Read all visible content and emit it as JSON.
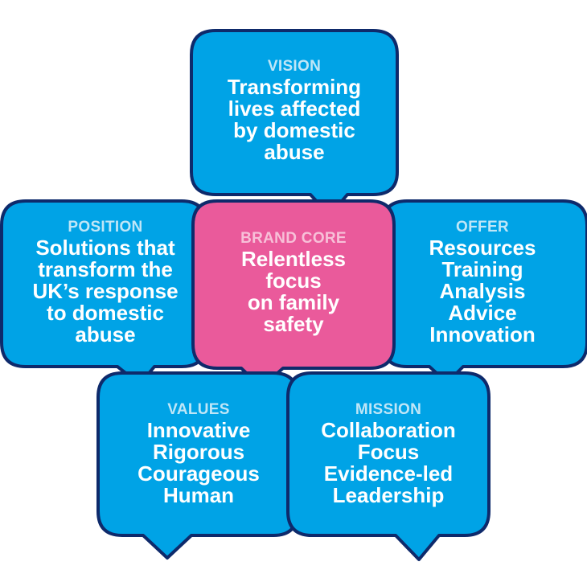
{
  "colors": {
    "blue_fill": "#00a3e6",
    "pink_fill": "#ea5a9b",
    "outline": "#0e2a6b",
    "blue_label": "#bfe6f7",
    "pink_label": "#f7c0d8",
    "body_text": "#ffffff"
  },
  "boxes": {
    "vision": {
      "label": "VISION",
      "text": "Transforming\nlives affected\nby domestic\nabuse"
    },
    "position": {
      "label": "POSITION",
      "text": "Solutions that\ntransform the\nUK’s response\nto domestic\nabuse"
    },
    "brand_core": {
      "label": "BRAND CORE",
      "text": "Relentless\nfocus\non family\nsafety"
    },
    "offer": {
      "label": "OFFER",
      "text": "Resources\nTraining\nAnalysis\nAdvice\nInnovation"
    },
    "values": {
      "label": "VALUES",
      "text": "Innovative\nRigorous\nCourageous\nHuman"
    },
    "mission": {
      "label": "MISSION",
      "text": "Collaboration\nFocus\nEvidence-led\nLeadership"
    }
  }
}
